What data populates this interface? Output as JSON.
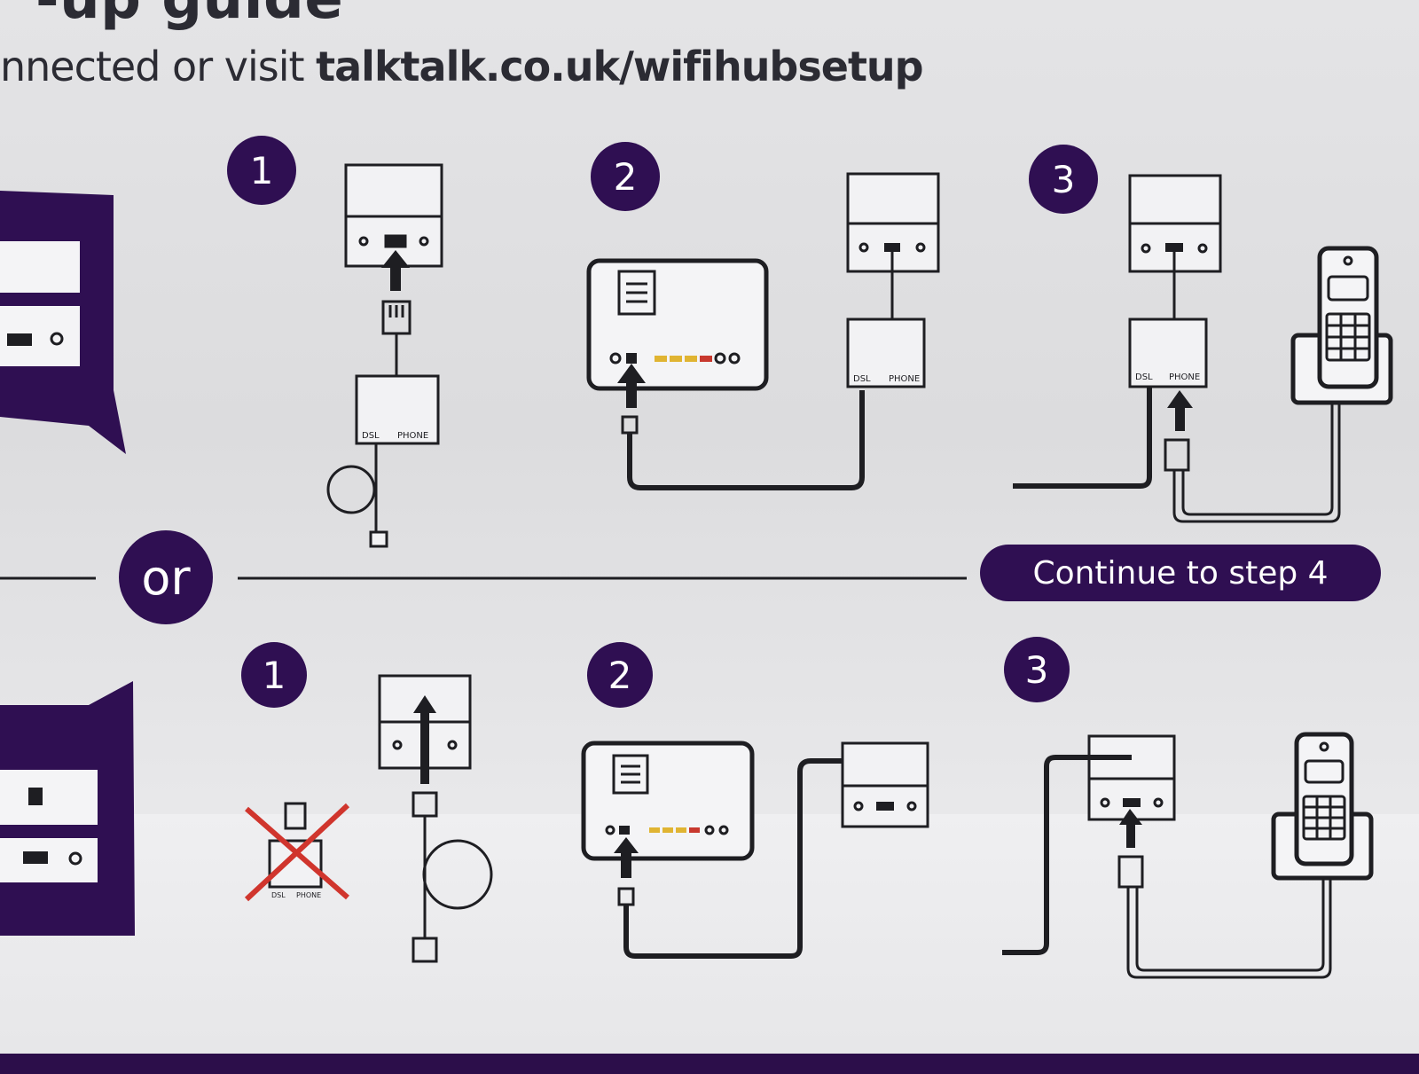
{
  "guide": {
    "title_fragment": "-up guide",
    "subtitle_prefix": "nnected or visit ",
    "subtitle_url": "talktalk.co.uk/wifihubsetup"
  },
  "top_row": {
    "steps": [
      "1",
      "2",
      "3"
    ],
    "filter_dsl_label": "DSL",
    "filter_phone_label": "PHONE"
  },
  "divider": {
    "or_label": "or"
  },
  "continue_button": {
    "label": "Continue to step 4"
  },
  "bottom_row": {
    "steps": [
      "1",
      "2",
      "3"
    ],
    "filter_dsl_label": "DSL",
    "filter_phone_label": "PHONE"
  },
  "colors": {
    "brand_purple": "#2f0f52",
    "box_background": "#e2e2e4",
    "line_art": "#1e1e22",
    "cross_red": "#d0352d",
    "led_yellow": "#e0b432",
    "led_red": "#c8382e"
  }
}
